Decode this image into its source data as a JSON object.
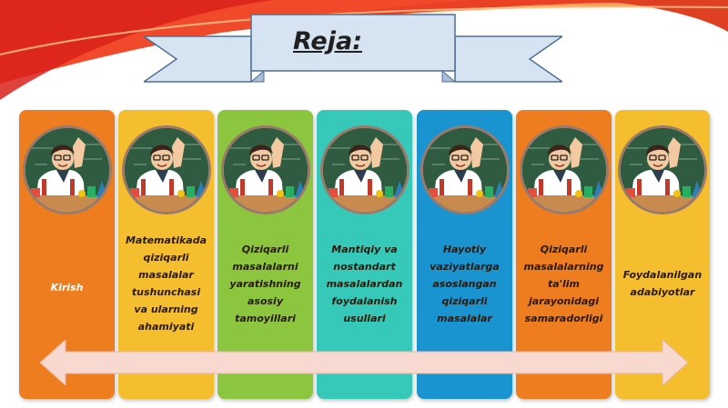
{
  "title": "Reja:",
  "colors": {
    "orange": "#ed7d1f",
    "yellow": "#f5be2e",
    "green": "#8cc63f",
    "teal": "#36c9b9",
    "blue": "#1a93d1",
    "arrow": "#f7d9cf",
    "banner": "#d6e4f2"
  },
  "cards": [
    {
      "label": "Kirish",
      "color": "#ed7d1f",
      "icon": "teacher-avatar-icon"
    },
    {
      "label": "Matematikada qiziqarli masalalar tushunchasi va ularning ahamiyati",
      "color": "#f5be2e",
      "icon": "teacher-avatar-icon"
    },
    {
      "label": "Qiziqarli masalalarni yaratishning asosiy tamoyillari",
      "color": "#8cc63f",
      "icon": "teacher-avatar-icon"
    },
    {
      "label": "Mantiqiy va nostandart masalalardan foydalanish usullari",
      "color": "#36c9b9",
      "icon": "teacher-avatar-icon"
    },
    {
      "label": "Hayotiy vaziyatlarga asoslangan qiziqarli masalalar",
      "color": "#1a93d1",
      "icon": "teacher-avatar-icon"
    },
    {
      "label": "Qiziqarli masalalarning ta'lim jarayonidagi samaradorligi",
      "color": "#ed7d1f",
      "icon": "teacher-avatar-icon"
    },
    {
      "label": "Foydalanilgan adabiyotlar",
      "color": "#f5be2e",
      "icon": "teacher-avatar-icon"
    }
  ]
}
